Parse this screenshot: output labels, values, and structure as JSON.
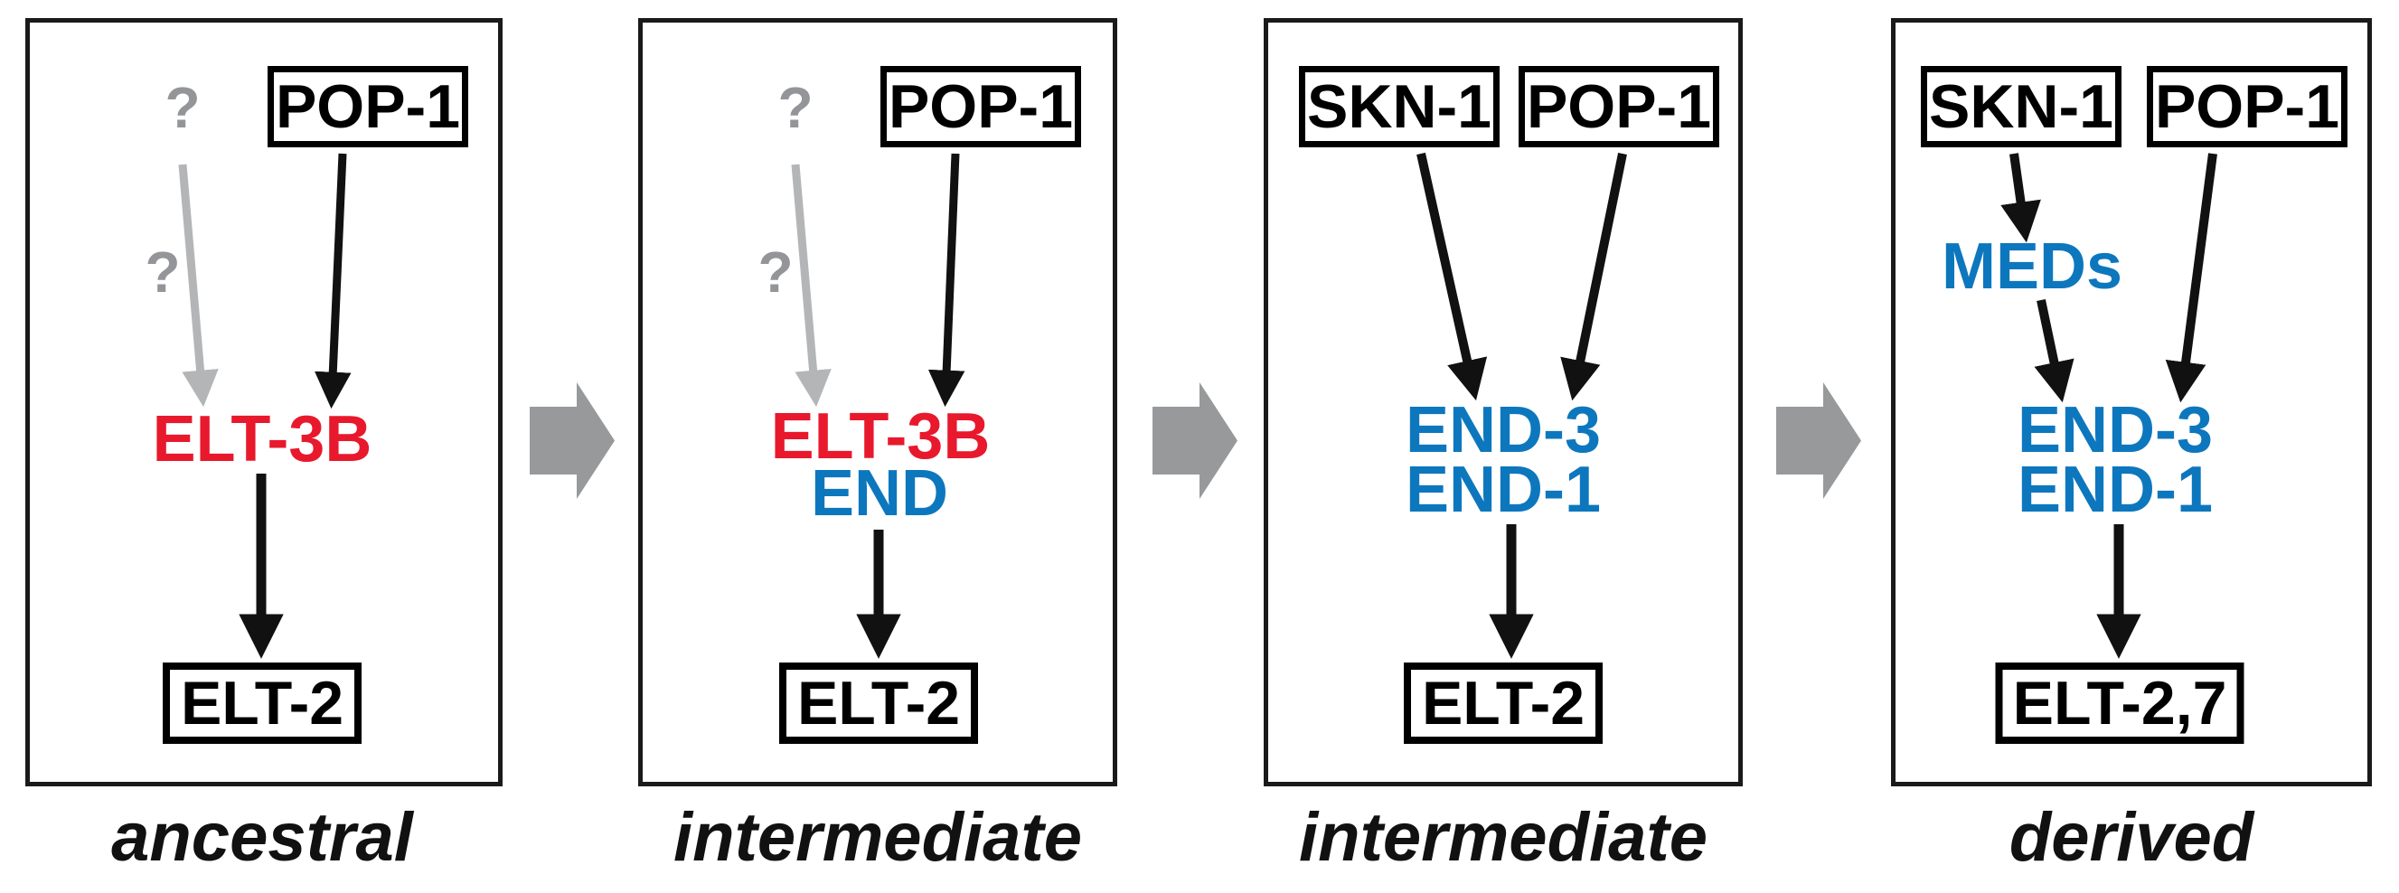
{
  "colors": {
    "black": "#111111",
    "red": "#E8192C",
    "blue": "#0D77BE",
    "gray_question": "#939598",
    "gray_arrow": "#B3B5B7",
    "stage_arrow_gray": "#97999B"
  },
  "panels": {
    "p1": {
      "caption": "ancestral",
      "question_top": "?",
      "question_mid": "?",
      "pop1": "POP-1",
      "elt3b": "ELT-3B",
      "elt2": "ELT-2"
    },
    "p2": {
      "caption": "intermediate",
      "question_top": "?",
      "question_mid": "?",
      "pop1": "POP-1",
      "elt3b": "ELT-3B",
      "end": "END",
      "elt2": "ELT-2"
    },
    "p3": {
      "caption": "intermediate",
      "skn1": "SKN-1",
      "pop1": "POP-1",
      "end3": "END-3",
      "end1": "END-1",
      "elt2": "ELT-2"
    },
    "p4": {
      "caption": "derived",
      "skn1": "SKN-1",
      "pop1": "POP-1",
      "meds": "MEDs",
      "end3": "END-3",
      "end1": "END-1",
      "elt27": "ELT-2,7"
    }
  }
}
